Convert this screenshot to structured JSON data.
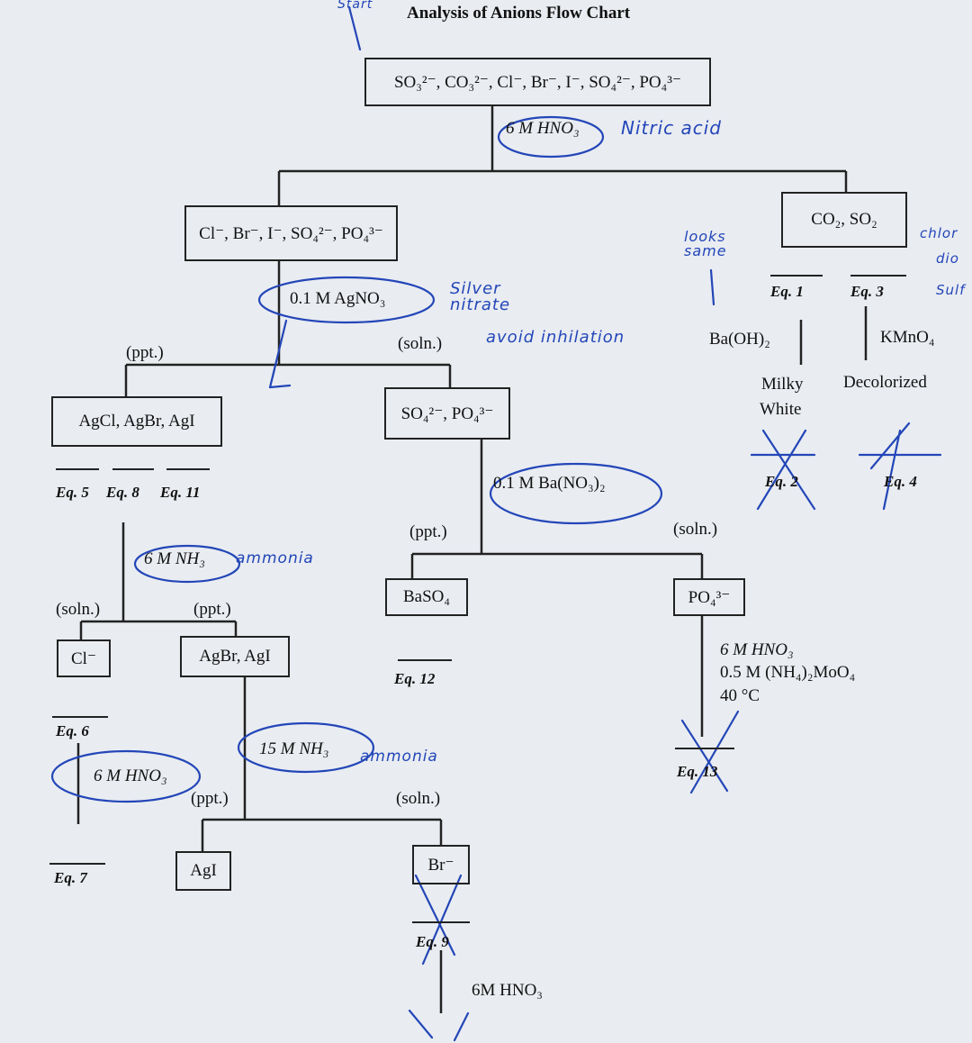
{
  "title": "Analysis of Anions Flow Chart",
  "handwriting": {
    "start": "Start",
    "nitric_acid": "Nitric acid",
    "looks_same": "looks same",
    "chlor": "chlor",
    "dio": "dio",
    "sulf": "Sulf",
    "silver_nitrate": "Silver nitrate",
    "avoid_inhalation": "avoid inhilation",
    "ammonia_1": "ammonia",
    "ammonia_2": "ammonia"
  },
  "boxes": {
    "all_anions": "SO₃²⁻, CO₃²⁻, Cl⁻, Br⁻, I⁻, SO₄²⁻, PO₄³⁻",
    "halides_group": "Cl⁻, Br⁻, I⁻, SO₄²⁻, PO₄³⁻",
    "gases": "CO₂, SO₂",
    "silver_halides": "AgCl, AgBr, AgI",
    "sulfate_phosphate": "SO₄²⁻, PO₄³⁻",
    "chloride": "Cl⁻",
    "agbr_agi": "AgBr, AgI",
    "baso4": "BaSO₄",
    "po4": "PO₄³⁻",
    "agi": "AgI",
    "bromide": "Br⁻"
  },
  "reagents": {
    "hno3_6m_top": "6 M HNO₃",
    "agno3": "0.1 M AgNO₃",
    "ba_no3": "0.1 M Ba(NO₃)₂",
    "nh3_6m": "6 M NH₃",
    "nh3_15m": "15 M NH₃",
    "hno3_6m_left": "6 M HNO₃",
    "hno3_6m_right": "6 M HNO₃",
    "molybdate": "0.5 M (NH₄)₂MoO₄",
    "temp": "40 °C",
    "baoh2": "Ba(OH)₂",
    "kmno4": "KMnO₄",
    "hno3_bottom": "6M HNO₃"
  },
  "labels": {
    "ppt_1": "(ppt.)",
    "soln_1": "(soln.)",
    "ppt_2": "(ppt.)",
    "soln_2": "(soln.)",
    "soln_3": "(soln.)",
    "ppt_3": "(ppt.)",
    "ppt_4": "(ppt.)",
    "soln_4": "(soln.)",
    "milky": "Milky",
    "white": "White",
    "decolorized": "Decolorized"
  },
  "equations": {
    "eq1": "Eq. 1",
    "eq2": "Eq. 2",
    "eq3": "Eq. 3",
    "eq4": "Eq. 4",
    "eq5": "Eq. 5",
    "eq6": "Eq. 6",
    "eq7": "Eq. 7",
    "eq8": "Eq. 8",
    "eq9": "Eq. 9",
    "eq11": "Eq. 11",
    "eq12": "Eq. 12",
    "eq13": "Eq. 13"
  },
  "colors": {
    "ink": "#222222",
    "pen": "#2346b8",
    "paper": "#e9ecf1"
  }
}
